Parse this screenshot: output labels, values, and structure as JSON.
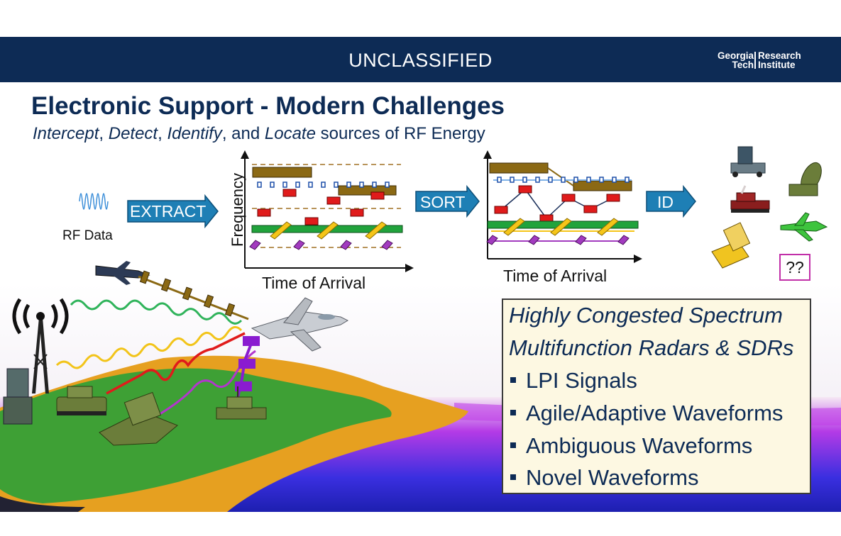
{
  "banner": {
    "classification": "UNCLASSIFIED",
    "logo_left_top": "Georgia",
    "logo_left_bottom": "Tech",
    "logo_right_top": "Research",
    "logo_right_bottom": "Institute"
  },
  "slide": {
    "title": "Electronic Support - Modern Challenges",
    "subtitle": {
      "w1": "Intercept",
      "s1": ", ",
      "w2": "Detect",
      "s2": ", ",
      "w3": "Identify",
      "s3": ", and ",
      "w4": "Locate",
      "s4": " sources of RF Energy"
    }
  },
  "pipeline": {
    "input_label": "RF Data",
    "extract_label": "EXTRACT",
    "sort_label": "SORT",
    "id_label": "ID",
    "y_axis_label": "Frequency",
    "x_axis_label_1": "Time of Arrival",
    "x_axis_label_2": "Time of Arrival",
    "unknown_label": "??"
  },
  "callout": {
    "heading_1": "Highly Congested Spectrum",
    "heading_2": "Multifunction Radars & SDRs",
    "bullets": [
      "LPI Signals",
      "Agile/Adaptive Waveforms",
      "Ambiguous Waveforms",
      "Novel Waveforms"
    ]
  },
  "colors": {
    "navy": "#0d2b55",
    "arrow_blue": "#1e7fb5",
    "pulse_brown": "#8b6914",
    "pulse_red": "#e01b1b",
    "pulse_green": "#21a33c",
    "pulse_yellow": "#f5c518",
    "pulse_purple": "#a23bbf",
    "callout_fill": "#fdf8e2"
  }
}
